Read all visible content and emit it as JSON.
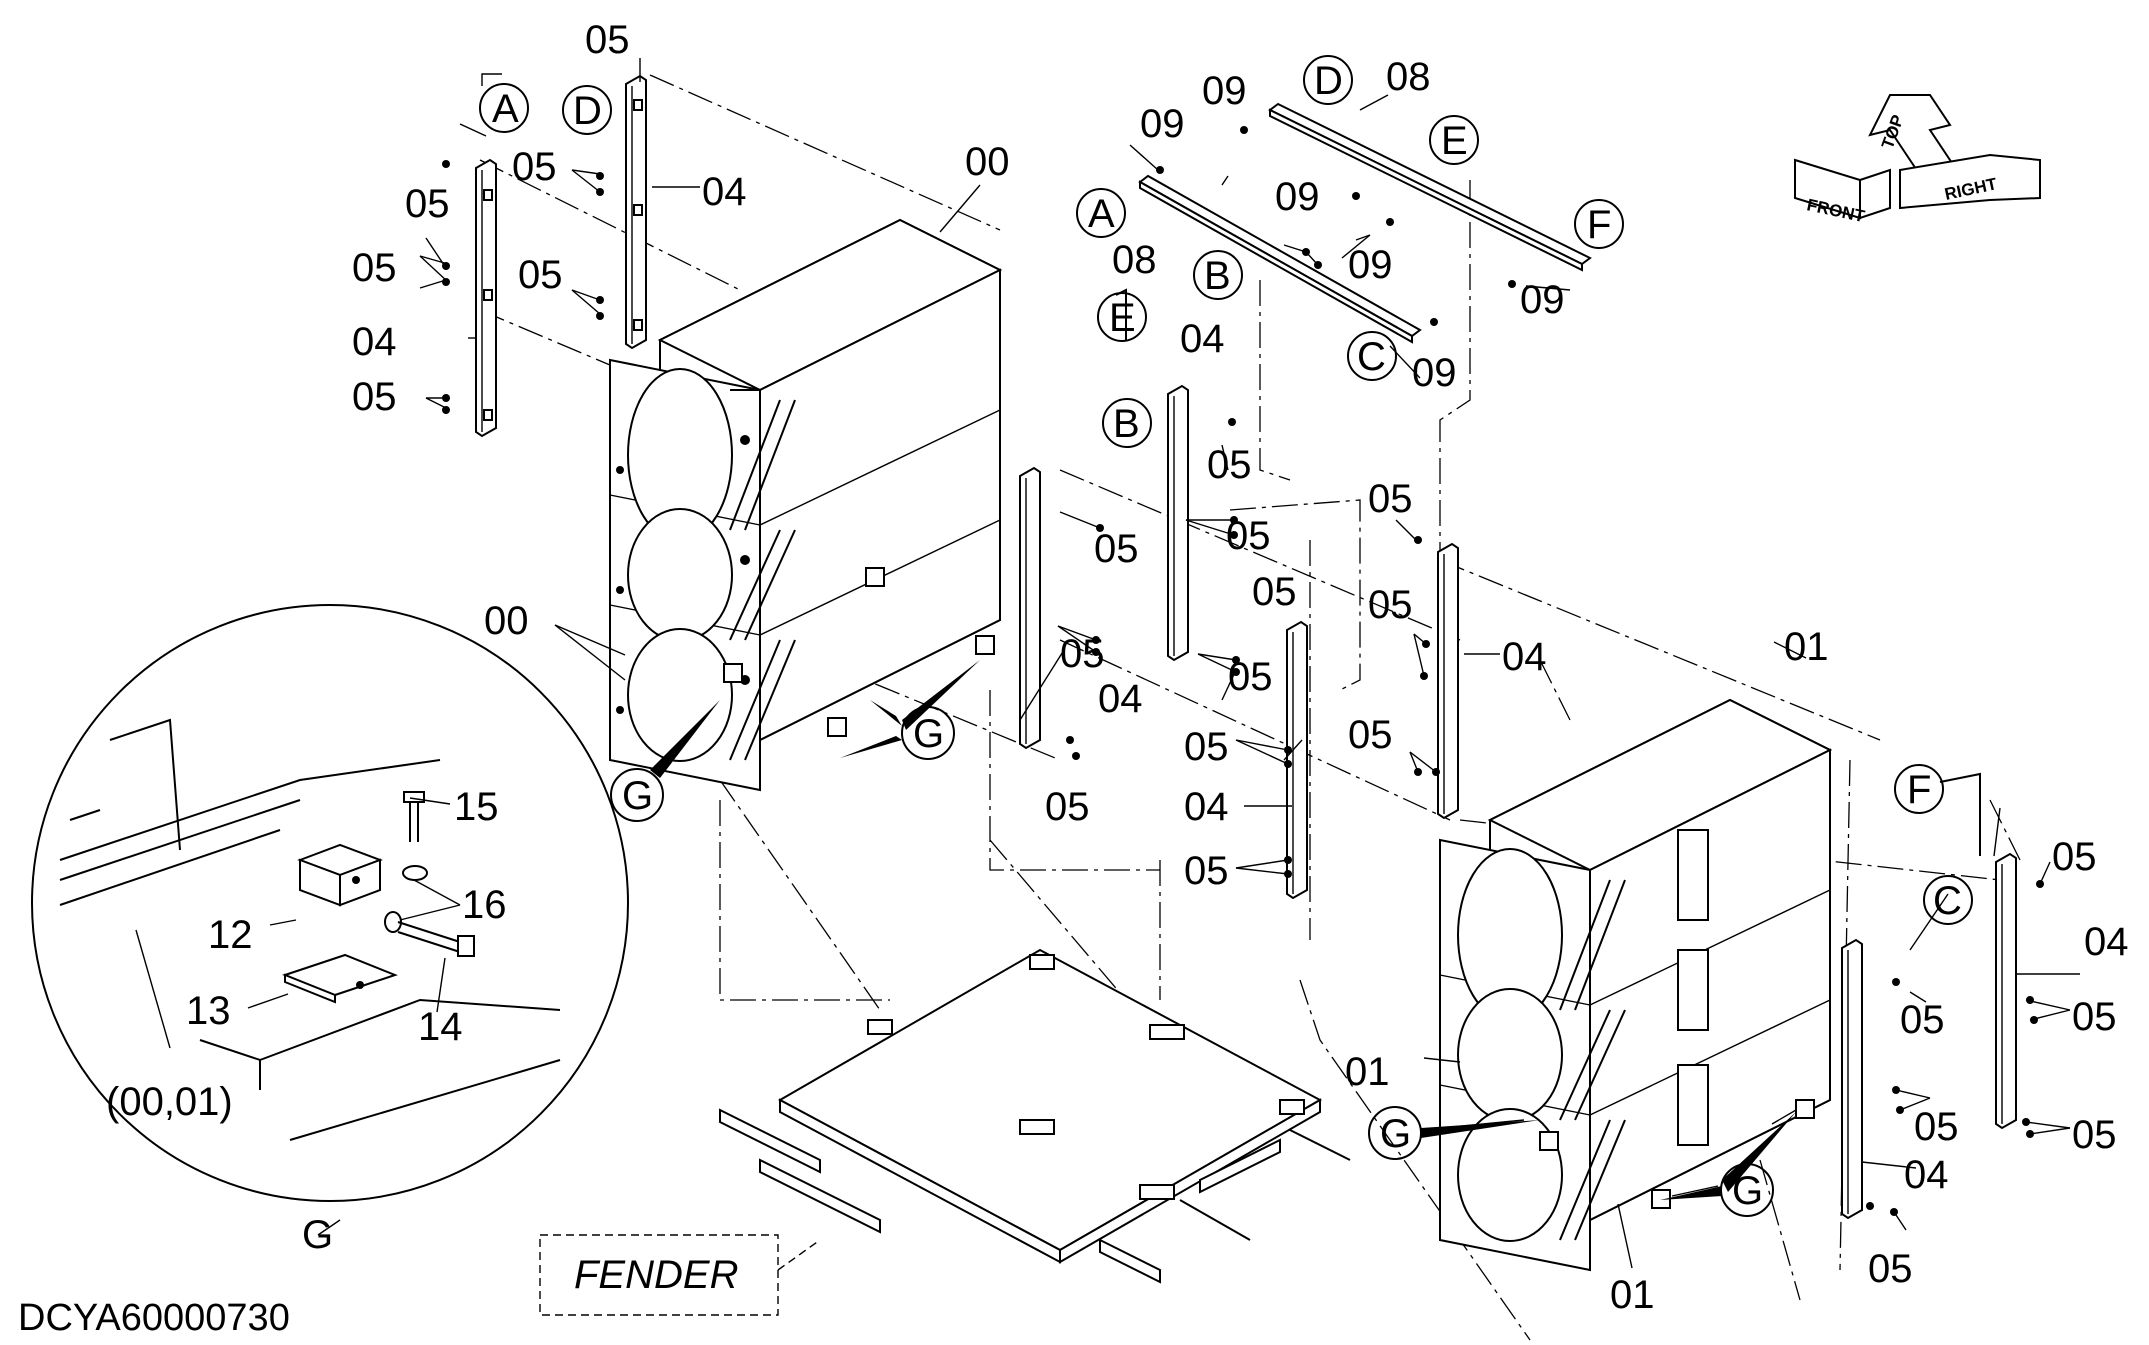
{
  "diagram_code": "DCYA60000730",
  "fender_label": "FENDER",
  "direction_labels": {
    "front": "FRONT",
    "top": "TOP",
    "right": "RIGHT"
  },
  "detail": {
    "title": "G",
    "parts": {
      "p15": "15",
      "p16": "16",
      "p12": "12",
      "p13": "13",
      "p14": "14",
      "ref": "(00,01)"
    }
  },
  "callouts": {
    "c05_topA": "05",
    "c05_a1": "05",
    "c05_a2": "05",
    "c04_a": "04",
    "c05_a3": "05",
    "c05_d1": "05",
    "c04_d": "04",
    "c05_d2": "05",
    "c00_top": "00",
    "c00_left": "00",
    "c09_1": "09",
    "c09_2": "09",
    "c08_1": "08",
    "c08_2": "08",
    "c09_3": "09",
    "c09_4": "09",
    "c09_5": "09",
    "c09_6": "09",
    "c04_e": "04",
    "c05_e1": "05",
    "c05_e2": "05",
    "c05_b1": "05",
    "c05_b2": "05",
    "c04_b": "04",
    "c05_b3": "05",
    "c05_m1": "05",
    "c05_m2": "05",
    "c05_m3": "05",
    "c04_m": "04",
    "c05_m4": "05",
    "c05_r1": "05",
    "c05_r2": "05",
    "c04_r": "04",
    "c05_r3": "05",
    "c01_top": "01",
    "c01_mid": "01",
    "c01_bot": "01",
    "c05_f1": "05",
    "c04_f": "04",
    "c05_f2": "05",
    "c05_f3": "05",
    "c05_c1": "05",
    "c05_c2": "05",
    "c04_c": "04",
    "c05_c3": "05"
  },
  "circle_labels": {
    "A1": "A",
    "D1": "D",
    "D2": "D",
    "A2": "A",
    "B1": "B",
    "E1": "E",
    "E2": "E",
    "F1": "F",
    "C1": "C",
    "B2": "B",
    "F2": "F",
    "C2": "C",
    "G1": "G",
    "G2": "G",
    "G3": "G",
    "G4": "G"
  }
}
